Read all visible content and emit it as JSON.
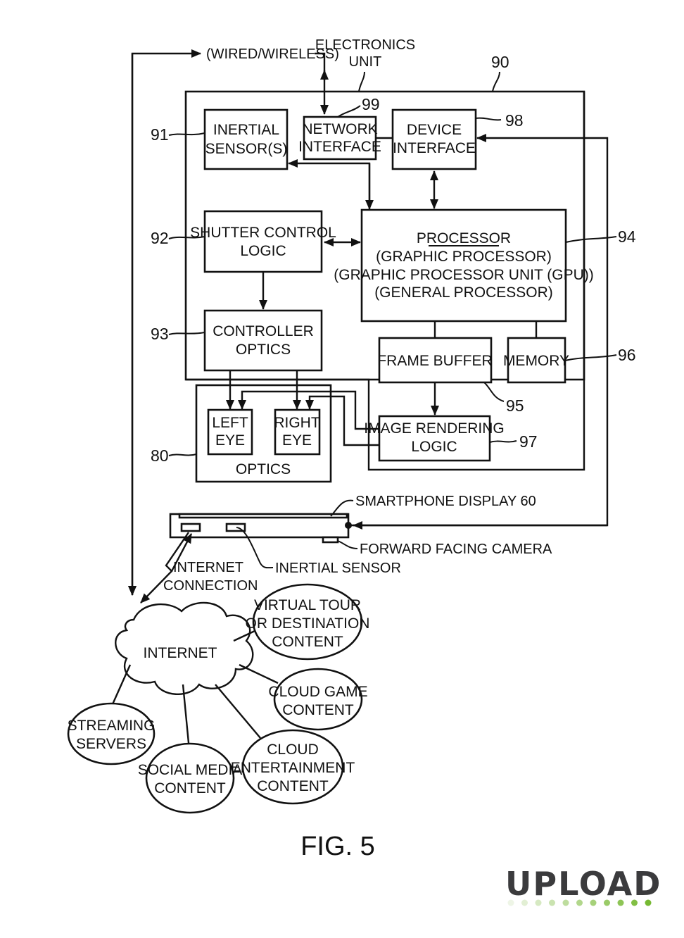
{
  "figure": {
    "caption": "FIG. 5",
    "connection_label": "(WIRED/WIRELESS)",
    "electronics_unit": {
      "ref": "90",
      "label_line1": "ELECTRONICS",
      "label_line2": "UNIT"
    },
    "blocks": {
      "inertial_sensors": {
        "ref": "91",
        "line1": "INERTIAL",
        "line2": "SENSOR(S)"
      },
      "shutter_control": {
        "ref": "92",
        "line1": "SHUTTER CONTROL",
        "line2": "LOGIC"
      },
      "controller_optics": {
        "ref": "93",
        "line1": "CONTROLLER",
        "line2": "OPTICS"
      },
      "processor": {
        "ref": "94",
        "title": "PROCESSOR",
        "line1": "(GRAPHIC PROCESSOR)",
        "line2": "(GRAPHIC PROCESSOR UNIT (GPU))",
        "line3": "(GENERAL PROCESSOR)"
      },
      "frame_buffer": {
        "ref": "95",
        "label": "FRAME BUFFER"
      },
      "memory": {
        "ref": "96",
        "label": "MEMORY"
      },
      "image_rendering": {
        "ref": "97",
        "line1": "IMAGE RENDERING",
        "line2": "LOGIC"
      },
      "device_interface": {
        "ref": "98",
        "line1": "DEVICE",
        "line2": "INTERFACE"
      },
      "network_interface": {
        "ref": "99",
        "line1": "NETWORK",
        "line2": "INTERFACE"
      }
    },
    "optics": {
      "ref": "80",
      "label": "OPTICS",
      "left_eye": {
        "line1": "LEFT",
        "line2": "EYE"
      },
      "right_eye": {
        "line1": "RIGHT",
        "line2": "EYE"
      }
    },
    "smartphone": {
      "display_label": "SMARTPHONE DISPLAY 60",
      "camera_label": "FORWARD FACING CAMERA",
      "inertial_sensor_label": "INERTIAL SENSOR",
      "internet_connection_line1": "INTERNET",
      "internet_connection_line2": "CONNECTION"
    },
    "internet": {
      "label": "INTERNET",
      "nodes": [
        {
          "line1": "VIRTUAL TOUR",
          "line2": "OR DESTINATION",
          "line3": "CONTENT"
        },
        {
          "line1": "CLOUD GAME",
          "line2": "CONTENT"
        },
        {
          "line1": "CLOUD",
          "line2": "ENTERTAINMENT",
          "line3": "CONTENT"
        },
        {
          "line1": "SOCIAL MEDIA",
          "line2": "CONTENT"
        },
        {
          "line1": "STREAMING",
          "line2": "SERVERS"
        }
      ]
    }
  },
  "watermark": {
    "brand": "UPLOAD",
    "dot_colors": [
      "#eef5e6",
      "#e2efd4",
      "#d6e9c2",
      "#cae3b0",
      "#bedd9e",
      "#b2d78c",
      "#a6d17a",
      "#9acb68",
      "#8ec556",
      "#82bf44",
      "#76b932"
    ],
    "accent_color": "#7cc242",
    "text_color": "#3b3b3d"
  }
}
